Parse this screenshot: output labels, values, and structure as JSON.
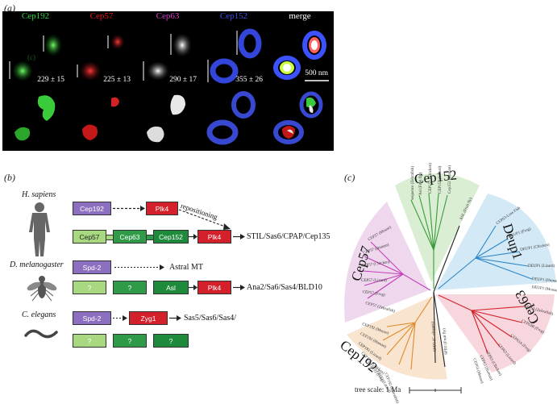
{
  "panel_a": {
    "label": "(a)",
    "headers": [
      "Cep192",
      "Cep57",
      "Cep63",
      "Cep152",
      "merge"
    ],
    "header_colors": [
      "#2fd13a",
      "#e02020",
      "#d040c8",
      "#3a4fe0",
      "#ffffff"
    ],
    "measurements": [
      "229 ± 15",
      "225 ± 13",
      "290 ± 17",
      "355 ± 26"
    ],
    "scale_bar": "500 nm",
    "inset_label": "(c)"
  },
  "panel_b": {
    "label": "(b)",
    "organisms": {
      "human": "H. sapiens",
      "fly": "D. melanogaster",
      "worm": "C. elegans"
    },
    "human": {
      "row1": {
        "a": "Cep192",
        "b": "Plk4",
        "annotation": "repositioning"
      },
      "row2": {
        "a": "Cep57",
        "b": "Cep63",
        "c": "Cep152",
        "d": "Plk4",
        "out": "STIL/Sas6/CPAP/Cep135"
      }
    },
    "fly": {
      "row1": {
        "a": "Spd-2",
        "out": "Astral MT"
      },
      "row2": {
        "a": "?",
        "b": "?",
        "c": "Asl",
        "d": "Plk4",
        "out": "Ana2/Sa6/Sas4/BLD10"
      }
    },
    "worm": {
      "row1": {
        "a": "Spd-2",
        "b": "Zyg1",
        "out": "Sas5/Sas6/Sas4/"
      },
      "row2": {
        "a": "?",
        "b": "?",
        "c": "?"
      }
    },
    "colors": {
      "purple": "#8c6fc0",
      "red": "#d4202a",
      "lightgreen": "#a8d880",
      "green": "#2f9a47",
      "darkgreen": "#1e8a3c"
    }
  },
  "panel_c": {
    "label": "(c)",
    "clades": {
      "cep152": "Cep152",
      "deup1": "Deup1",
      "cep63": "Cep63",
      "cep192": "Cep192",
      "cep57": "Cep57"
    },
    "clade_colors": {
      "cep152": "#d9eed3",
      "deup1": "#d3e9f6",
      "cep63": "#f8d6dd",
      "cep192": "#f8e4cf",
      "cep57": "#efd8ee"
    },
    "cep152_leaves": [
      "Cep152 (Human)",
      "CEP152 (Lizard)",
      "CEP152 (Chicken)",
      "Asl (Fruit fly)",
      "sequence (Zebrafish)"
    ],
    "deup1_leaves": [
      "ASL (Fruit fly)",
      "CEP63-Loss Fish",
      "DEUP1 (Frog)",
      "DEUP1 (Chicken)",
      "DEUP1 (Lizard)",
      "DEUP1 (Human)",
      "DEUP1 (Mouse)"
    ],
    "cep63_leaves": [
      "CEP63 (Zebrafish)",
      "CEP63B (Frog)",
      "CEP63A (Frog)",
      "CEP63 (Lizard)",
      "CEP63 (Chicken)",
      "CEP63 (Human)",
      "CEP63 (Mouse)"
    ],
    "cep192_leaves": [
      "CEP192 (Mouse)",
      "CEP192 (Human)",
      "CEP192 (Lizard)",
      "CEP192 (Chicken)",
      "CEP192 (Frog)",
      "CEP192 (Lizard)",
      "CEP192 (Zebrafish)",
      "SPD2 (C. elegans)",
      "SPD2 (Fruit fly)"
    ],
    "cep57_leaves": [
      "CEP57 (Mouse)",
      "CEP57 (Human)",
      "CEP57 (Chicken)",
      "CEP57 (Lizard)",
      "CEP57 (Frog)",
      "CEP57 (Zebrafish)"
    ],
    "tree_scale": "tree scale: 1 Ma"
  }
}
